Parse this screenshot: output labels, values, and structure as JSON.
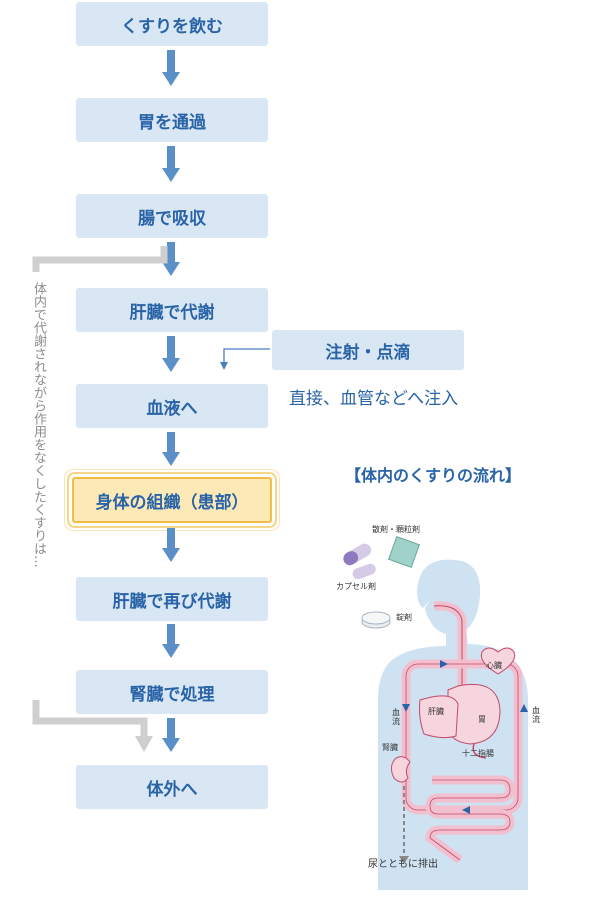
{
  "flow": {
    "steps": [
      "くすりを飲む",
      "胃を通過",
      "腸で吸収",
      "肝臓で代謝",
      "血液へ",
      "身体の組織（患部）",
      "肝臓で再び代謝",
      "腎臓で処理",
      "体外へ"
    ],
    "bypass_label": "体内で代謝されながら作用をなくしたくすりは…",
    "injection_label": "注射・点滴",
    "injection_note": "直接、血管などへ注入"
  },
  "figure": {
    "title": "【体内のくすりの流れ】",
    "labels": {
      "powder": "散剤・顆粒剤",
      "capsule": "カプセル剤",
      "tablet": "錠剤",
      "heart": "心臓",
      "liver": "肝臓",
      "stomach": "胃",
      "duodenum": "十二指腸",
      "kidney": "腎臓",
      "blood_left": "血流",
      "blood_right": "血流",
      "urine": "尿とともに排出"
    }
  },
  "colors": {
    "box": "#d9e6f3",
    "text": "#2a64a8",
    "arrow": "#5b8fc7",
    "highlight": "#fde9b6",
    "gray": "#cccccc",
    "body": "#cfe2f2",
    "organ": "#f7d5df"
  }
}
